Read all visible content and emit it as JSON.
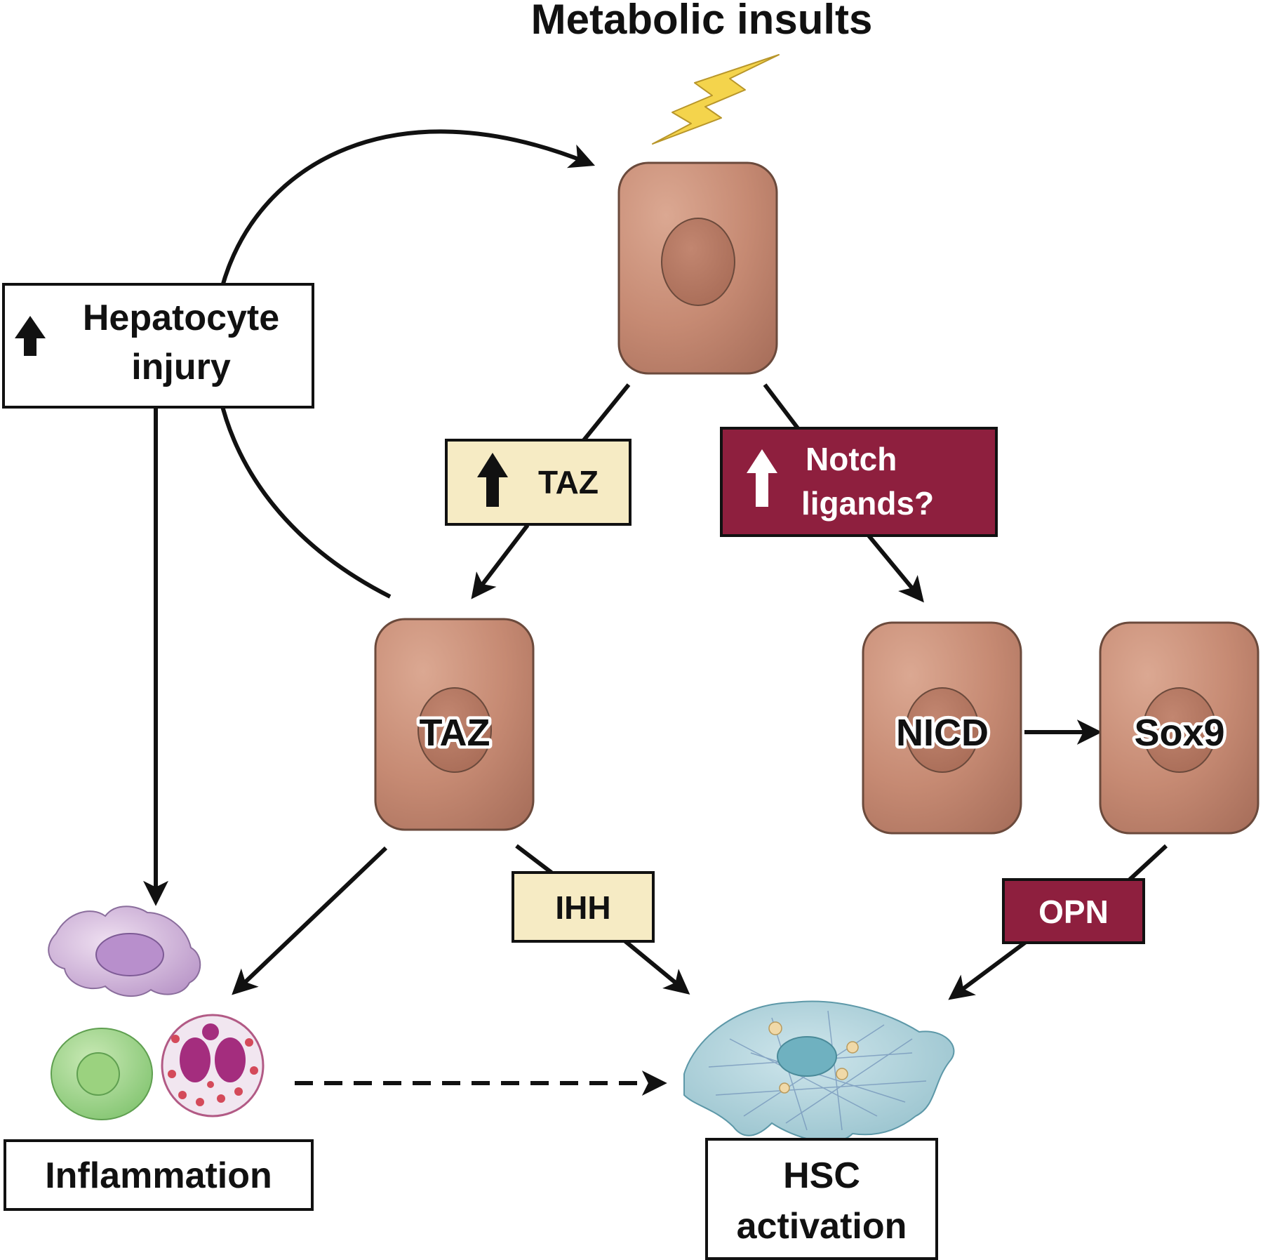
{
  "title": "Metabolic insults",
  "boxes": {
    "hepatocyte_injury": {
      "line1": "Hepatocyte",
      "line2": "injury"
    },
    "taz_up": {
      "label": "TAZ"
    },
    "notch": {
      "line1": "Notch",
      "line2": "ligands?"
    },
    "ihh": {
      "label": "IHH"
    },
    "opn": {
      "label": "OPN"
    },
    "inflammation": {
      "label": "Inflammation"
    },
    "hsc": {
      "line1": "HSC",
      "line2": "activation"
    }
  },
  "cells": {
    "taz": "TAZ",
    "nicd": "NICD",
    "sox9": "Sox9"
  },
  "icons": [
    "lightning-icon",
    "up-arrow-icon",
    "hepatocyte-cell",
    "macrophage-icon",
    "lymphocyte-icon",
    "neutrophil-icon",
    "stellate-cell-icon"
  ],
  "colors": {
    "cell_fill": "#c88c75",
    "cell_outline": "#6b4a3c",
    "taz_box": "#f6ebc4",
    "notch_box": "#8e1f3e",
    "lightning": "#f4d44c"
  }
}
